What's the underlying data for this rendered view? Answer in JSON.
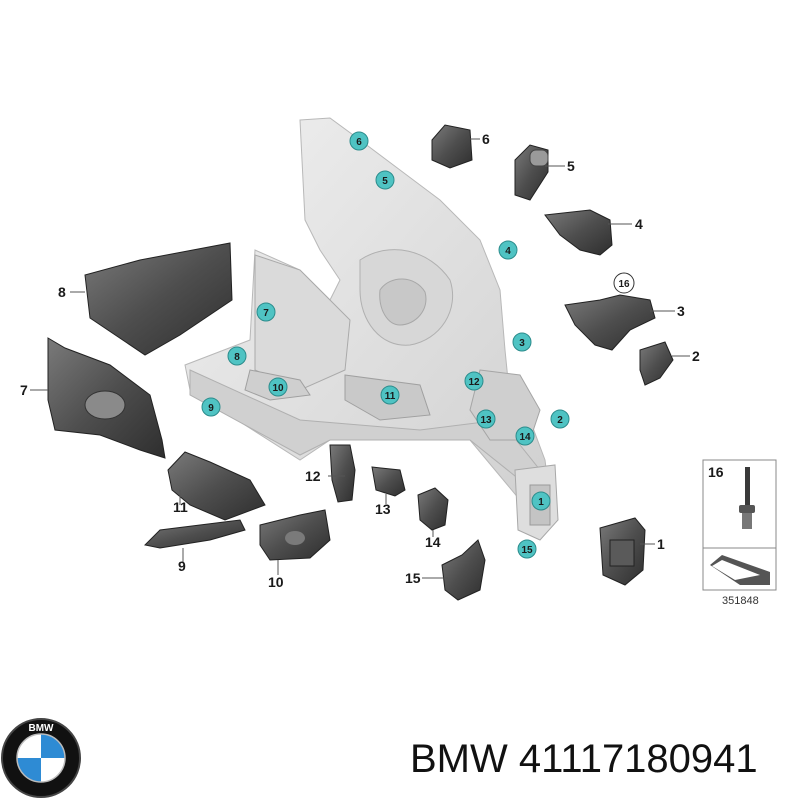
{
  "diagram": {
    "callouts": [
      "1",
      "2",
      "3",
      "4",
      "5",
      "6",
      "7",
      "8",
      "9",
      "10",
      "11",
      "12",
      "13",
      "14",
      "15"
    ],
    "bubbles": [
      "6",
      "5",
      "4",
      "7",
      "8",
      "10",
      "9",
      "11",
      "12",
      "13",
      "14",
      "3",
      "2",
      "1",
      "15"
    ],
    "legend": {
      "part_number": "16",
      "bubble_label": "16"
    },
    "reference_number": "351848"
  },
  "footer": {
    "brand": "BMW",
    "part_number": "41117180941",
    "logo_letters": "BMW"
  },
  "colors": {
    "bubble_fill": "#4fc3c3",
    "part_dark": "#4a4a4a",
    "frame_light": "#e4e4e4",
    "logo_blue": "#2e8bd4"
  }
}
